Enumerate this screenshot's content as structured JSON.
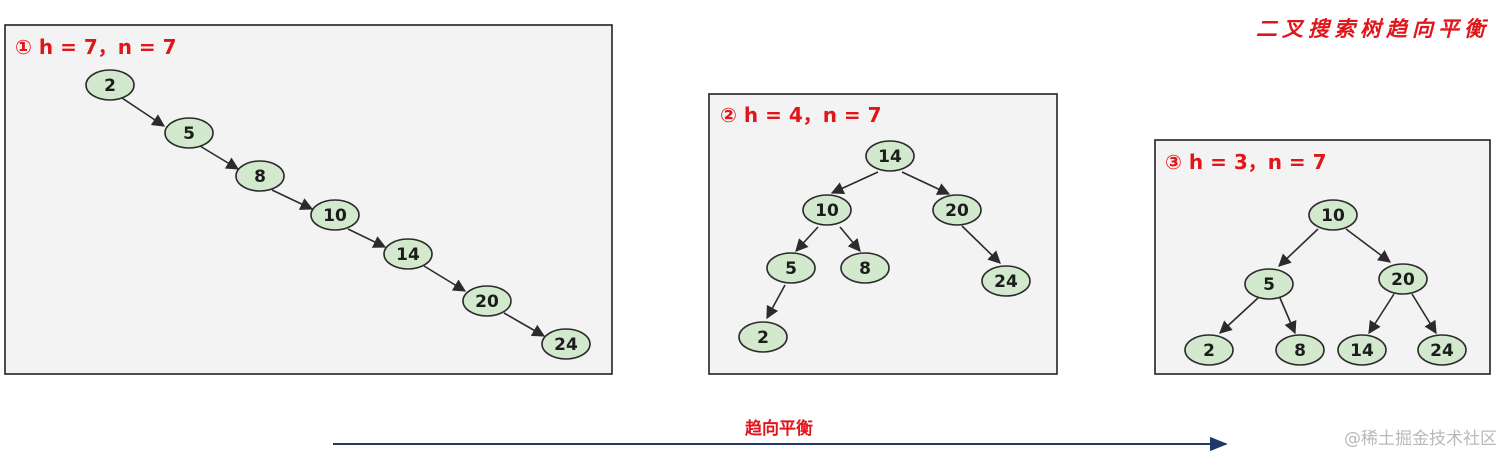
{
  "title": "二叉搜索树趋向平衡",
  "bottom_label": "趋向平衡",
  "watermark": "@稀土掘金技术社区",
  "panels": [
    {
      "label": "① h = 7，n = 7",
      "nodes": [
        "2",
        "5",
        "8",
        "10",
        "14",
        "20",
        "24"
      ]
    },
    {
      "label": "② h  = 4，n = 7",
      "nodes": [
        "14",
        "10",
        "20",
        "5",
        "8",
        "24",
        "2"
      ]
    },
    {
      "label": "③ h = 3，n = 7",
      "nodes": [
        "10",
        "5",
        "20",
        "2",
        "8",
        "14",
        "24"
      ]
    }
  ],
  "colors": {
    "accent": "#e0161b",
    "node_fill": "#d3e9ce",
    "panel_fill": "#f3f3f3",
    "arrow": "#1f3a68"
  }
}
